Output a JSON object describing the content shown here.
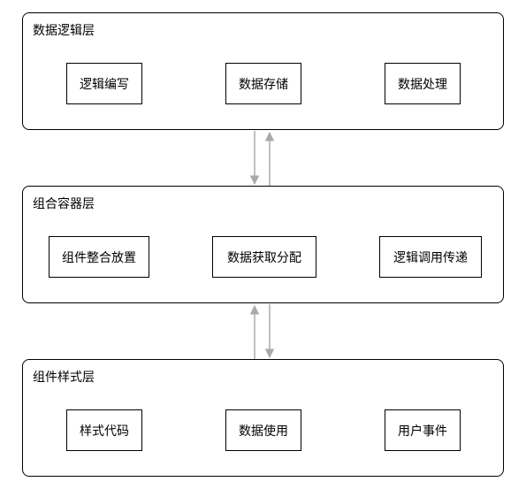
{
  "layers": [
    {
      "title": "数据逻辑层",
      "nodes": [
        "逻辑编写",
        "数据存储",
        "数据处理"
      ]
    },
    {
      "title": "组合容器层",
      "nodes": [
        "组件整合放置",
        "数据获取分配",
        "逻辑调用传递"
      ]
    },
    {
      "title": "组件样式层",
      "nodes": [
        "样式代码",
        "数据使用",
        "用户事件"
      ]
    }
  ],
  "colors": {
    "arrow": "#aaaaaa",
    "border": "#000000"
  }
}
